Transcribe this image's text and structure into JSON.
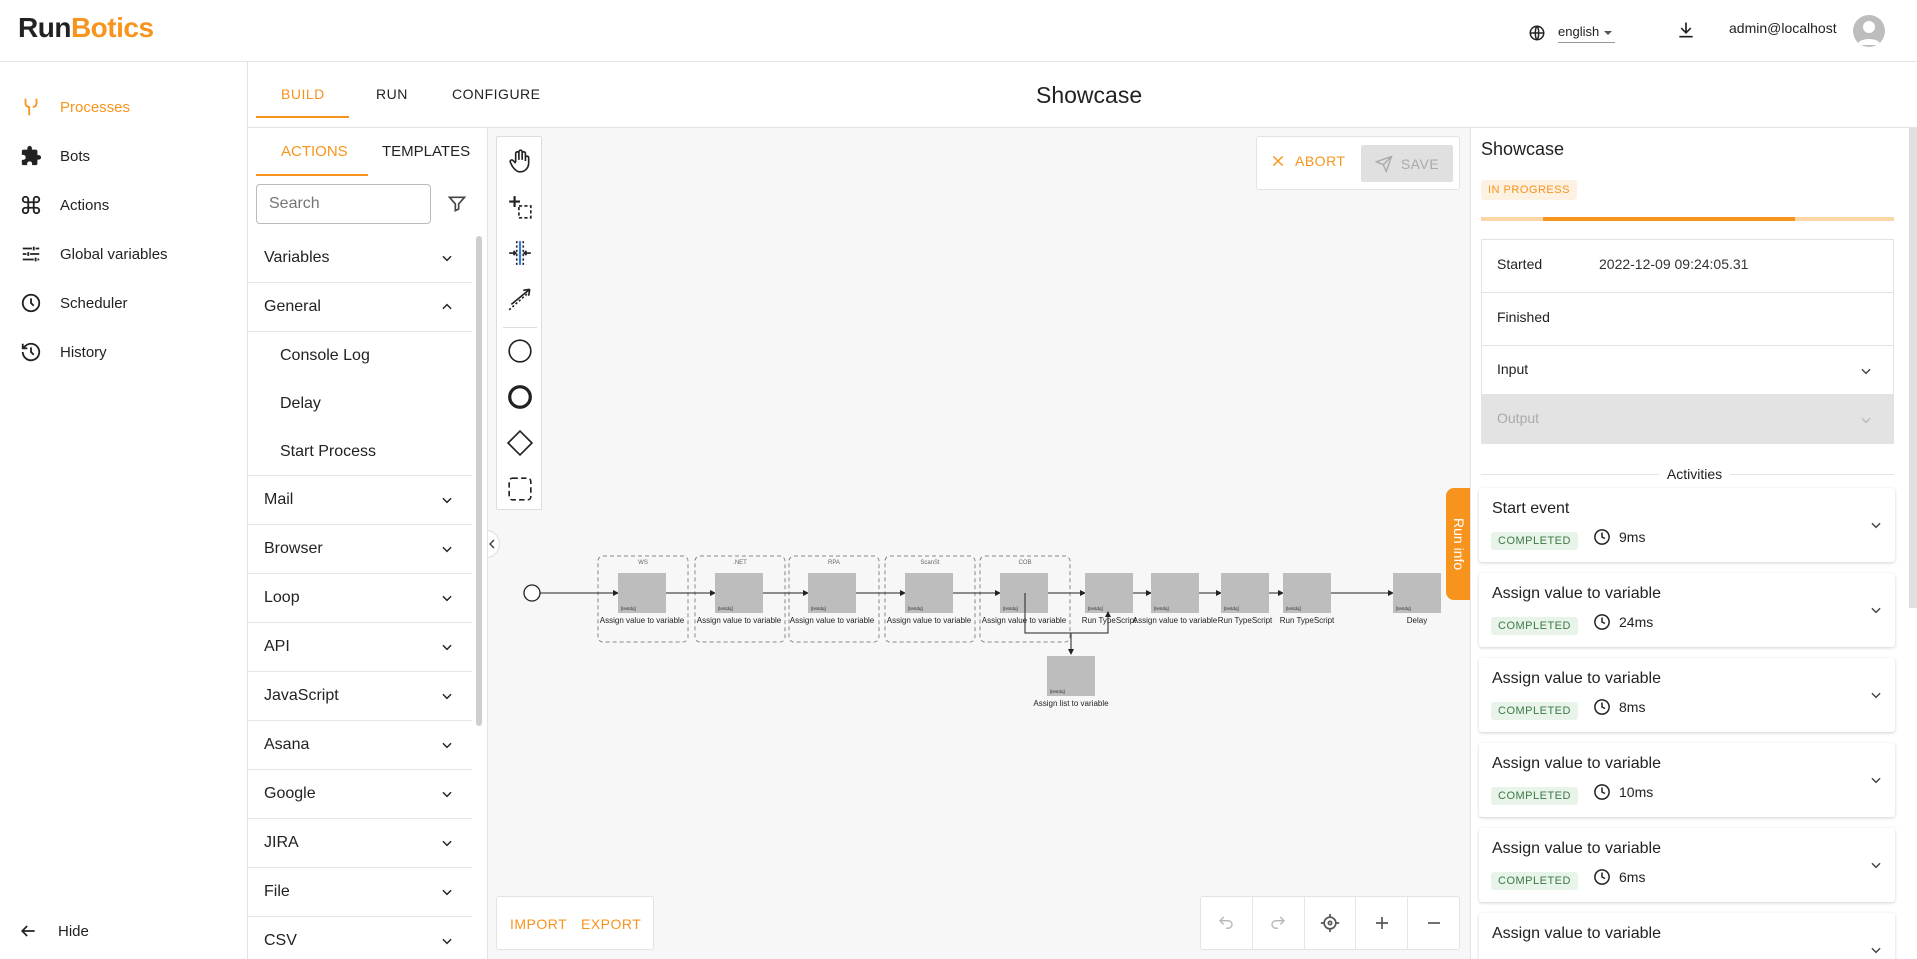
{
  "app": {
    "logo_part1": "Run",
    "logo_part2": "Botics"
  },
  "topbar": {
    "language": "english",
    "user": "admin@localhost"
  },
  "sidebar": {
    "items": [
      {
        "label": "Processes",
        "icon": "processes-icon",
        "active": true
      },
      {
        "label": "Bots",
        "icon": "puzzle-icon"
      },
      {
        "label": "Actions",
        "icon": "command-icon"
      },
      {
        "label": "Global variables",
        "icon": "sliders-icon"
      },
      {
        "label": "Scheduler",
        "icon": "clock-icon"
      },
      {
        "label": "History",
        "icon": "history-icon"
      }
    ],
    "hide_label": "Hide"
  },
  "header": {
    "tabs": [
      "BUILD",
      "RUN",
      "CONFIGURE"
    ],
    "title": "Showcase"
  },
  "actions_panel": {
    "tabs": [
      "ACTIONS",
      "TEMPLATES"
    ],
    "search_placeholder": "Search",
    "categories": [
      {
        "label": "Variables",
        "expanded": false
      },
      {
        "label": "General",
        "expanded": true
      },
      {
        "label": "Console Log",
        "sub": true
      },
      {
        "label": "Delay",
        "sub": true
      },
      {
        "label": "Start Process",
        "sub": true
      },
      {
        "label": "Mail",
        "expanded": false
      },
      {
        "label": "Browser",
        "expanded": false
      },
      {
        "label": "Loop",
        "expanded": false
      },
      {
        "label": "API",
        "expanded": false
      },
      {
        "label": "JavaScript",
        "expanded": false
      },
      {
        "label": "Asana",
        "expanded": false
      },
      {
        "label": "Google",
        "expanded": false
      },
      {
        "label": "JIRA",
        "expanded": false
      },
      {
        "label": "File",
        "expanded": false
      },
      {
        "label": "CSV",
        "expanded": false
      }
    ]
  },
  "canvas": {
    "abort_label": "ABORT",
    "save_label": "SAVE",
    "import_label": "IMPORT",
    "export_label": "EXPORT",
    "run_info_label": "Run info",
    "diagram": {
      "groups": [
        "WS",
        ".NET",
        "RPA",
        "ScanSt",
        "COB"
      ],
      "task_badge": "[testdq]",
      "tasks": [
        "Assign value to variable",
        "Assign value to variable",
        "Assign value to variable",
        "Assign value to variable",
        "Assign value to variable",
        "Run TypeScript",
        "Assign value to variable",
        "Run TypeScript",
        "Run TypeScript",
        "Delay",
        "Assign list to variable"
      ]
    }
  },
  "run_panel": {
    "title": "Showcase",
    "status": "IN PROGRESS",
    "started_label": "Started",
    "started_value": "2022-12-09 09:24:05.31",
    "finished_label": "Finished",
    "input_label": "Input",
    "output_label": "Output",
    "activities_label": "Activities",
    "activities": [
      {
        "name": "Start event",
        "status": "COMPLETED",
        "time": "9ms"
      },
      {
        "name": "Assign value to variable",
        "status": "COMPLETED",
        "time": "24ms"
      },
      {
        "name": "Assign value to variable",
        "status": "COMPLETED",
        "time": "8ms"
      },
      {
        "name": "Assign value to variable",
        "status": "COMPLETED",
        "time": "10ms"
      },
      {
        "name": "Assign value to variable",
        "status": "COMPLETED",
        "time": "6ms"
      },
      {
        "name": "Assign value to variable",
        "status": "",
        "time": ""
      }
    ]
  },
  "colors": {
    "accent": "#f7941d",
    "completed_bg": "#e8f3ea",
    "completed_text": "#3b7a45"
  }
}
